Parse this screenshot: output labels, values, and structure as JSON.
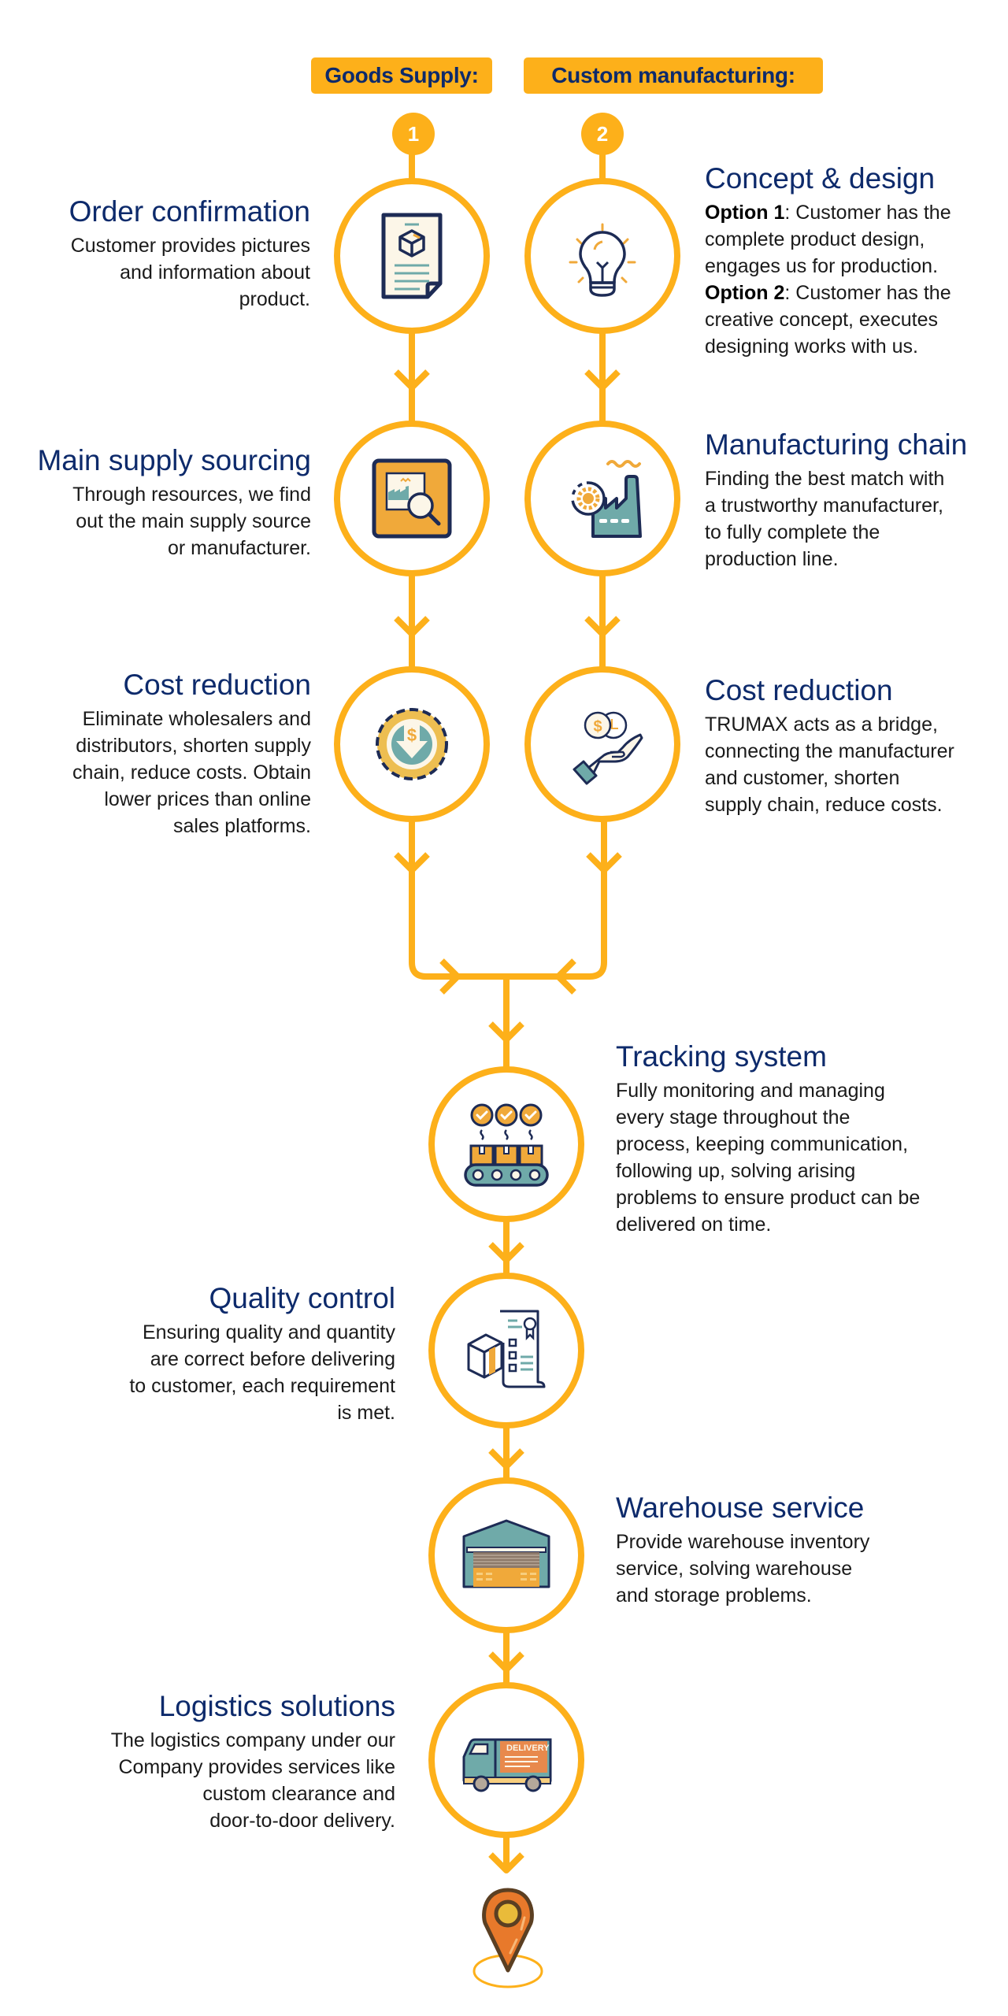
{
  "headers": {
    "goods_supply": "Goods Supply:",
    "custom_manufacturing": "Custom manufacturing:"
  },
  "badges": {
    "one": "1",
    "two": "2"
  },
  "colors": {
    "accent": "#FDB01A",
    "title": "#0D2A6B",
    "body": "#1a1a1a",
    "teal": "#6FAAA9",
    "icon_orange": "#F0A93A",
    "pin": "#E8792B"
  },
  "goods_supply_steps": [
    {
      "title": "Order confirmation",
      "lines": [
        "Customer provides pictures",
        "and information about",
        "product."
      ],
      "icon": "document-box-icon"
    },
    {
      "title": "Main supply sourcing",
      "lines": [
        "Through resources, we find",
        "out the main supply source",
        "or manufacturer."
      ],
      "icon": "factory-search-icon"
    },
    {
      "title": "Cost reduction",
      "lines": [
        "Eliminate wholesalers and",
        "distributors, shorten supply",
        "chain, reduce costs. Obtain",
        "lower prices than online",
        "sales platforms."
      ],
      "icon": "gear-dollar-down-icon"
    }
  ],
  "custom_steps": [
    {
      "title": "Concept & design",
      "option1_label": "Option 1",
      "option1_text": ": Customer has the",
      "option1_lines": [
        "complete product design,",
        "engages us for production."
      ],
      "option2_label": "Option 2",
      "option2_text": ": Customer has the",
      "option2_lines": [
        "creative concept, executes",
        "designing works with us."
      ],
      "icon": "lightbulb-icon"
    },
    {
      "title": "Manufacturing chain",
      "lines": [
        "Finding the best match with",
        "a trustworthy manufacturer,",
        "to fully complete the",
        "production line."
      ],
      "icon": "factory-gear-icon"
    },
    {
      "title": "Cost reduction",
      "lines": [
        "TRUMAX acts as a bridge,",
        "connecting the manufacturer",
        "and customer, shorten",
        "supply chain, reduce costs."
      ],
      "icon": "hand-coins-icon"
    }
  ],
  "shared_steps": [
    {
      "title": "Tracking system",
      "lines": [
        "Fully monitoring and managing",
        "every stage throughout the",
        "process, keeping communication,",
        "following up, solving arising",
        "problems to ensure product can be",
        "delivered on time."
      ],
      "icon": "conveyor-check-icon"
    },
    {
      "title": "Quality control",
      "lines": [
        "Ensuring quality and quantity",
        "are correct before delivering",
        "to customer, each requirement",
        "is met."
      ],
      "icon": "box-checklist-icon"
    },
    {
      "title": "Warehouse service",
      "lines": [
        "Provide warehouse inventory",
        "service, solving warehouse",
        "and storage problems."
      ],
      "icon": "warehouse-icon"
    },
    {
      "title": "Logistics solutions",
      "lines": [
        "The logistics company under our",
        "Company provides services like",
        "custom clearance and",
        "door-to-door delivery."
      ],
      "icon": "delivery-truck-icon",
      "truck_label": "DELIVERY"
    }
  ],
  "end_icon": "location-pin-icon"
}
